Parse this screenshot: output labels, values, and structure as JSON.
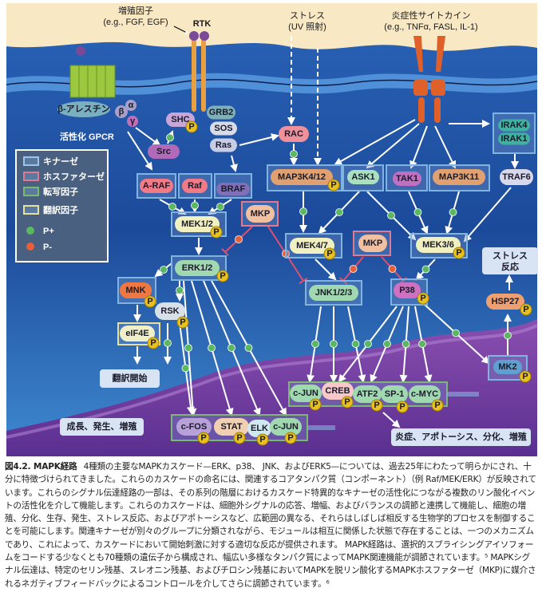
{
  "labels": {
    "growth_factor": "増殖因子",
    "growth_factor_eg": "(e.g., FGF, EGF)",
    "rtk": "RTK",
    "stress": "ストレス",
    "stress_uv": "(UV 照射)",
    "cytokine": "炎症性サイトカイン",
    "cytokine_eg": "(e.g., TNFα, FASL, IL-1)",
    "beta_arrestin": "β-アレスチン",
    "alpha": "α",
    "beta": "β",
    "gamma": "γ",
    "gpcr": "活性化 GPCR",
    "p": "P"
  },
  "legend": {
    "kinase": "キナーゼ",
    "phosphatase": "ホスファターゼ",
    "transcription_factor": "転写因子",
    "translation_factor": "翻訳因子",
    "p_plus": "P+",
    "p_minus": "P-"
  },
  "nodes": {
    "shc": "SHC",
    "grb2": "GRB2",
    "sos": "SOS",
    "ras": "Ras",
    "src": "Src",
    "araf": "A-RAF",
    "raf": "Raf",
    "braf": "BRAF",
    "rac": "RAC",
    "map3k4": "MAP3K4/12",
    "ask1": "ASK1",
    "tak1": "TAK1",
    "map3k11": "MAP3K11",
    "irak4": "IRAK4",
    "irak1": "IRAK1",
    "traf6": "TRAF6",
    "mkp1": "MKP",
    "mkp2": "MKP",
    "mek12": "MEK1/2",
    "erk12": "ERK1/2",
    "mek47": "MEK4/7",
    "mek36": "MEK3/6",
    "jnk": "JNK1/2/3",
    "p38": "P38",
    "mnk": "MNK",
    "rsk": "RSK",
    "eif4e": "eIF4E",
    "hsp27": "HSP27",
    "mk2": "MK2",
    "cjun1": "c-JUN",
    "creb": "CREB",
    "atf2": "ATF2",
    "sp1": "SP-1",
    "cmyc": "c-MYC",
    "cfos": "c-FOS",
    "stat": "STAT",
    "elk": "ELK",
    "cjun2": "c-JUN"
  },
  "outcomes": {
    "translation": "翻訳開始",
    "stress_response_1": "ストレス",
    "stress_response_2": "反応",
    "growth": "成長、発生、増殖",
    "inflammation": "炎症、アポトーシス、分化、増殖"
  },
  "caption": {
    "title": "図4.2. MAPK経路",
    "body": "4種類の主要なMAPKカスケード—ERK、p38、 JNK、およびERK5—については、過去25年にわたって明らかにされ、十分に特徴づけられてきました。これらのカスケードの命名には、関連するコアタンパク質（コンポーネント）（例 Raf/MEK/ERK）が反映されています。これらのシグナル伝達経路の一部は、その系列の階層におけるカスケード特異的なキナーゼの活性化につながる複数のリン酸化イベントの活性化を介して機能します。これらのカスケードは、細胞外シグナルの応答、増幅、およびバランスの調節と連携して機能し、細胞の増殖、分化、生存、発生、ストレス反応、およびアポトーシスなど、広範囲の異なる、それらはしばしば相反する生物学的プロセスを制御することを可能にします。関連キナーゼが別々のグループに分類されながら、モジュールは相互に関係した状態で存在することは、一つのメカニズムであり、これによって、カスケードにおいて開始刺激に対する適切な反応が提供されます。 MAPK経路は、選択的スプライシングアイソフォームをコードする少なくとも70種類の遺伝子から構成され、幅広い多様なタンパク質によってMAPK関連機能が調節されています。⁵ MAPKシグナル伝達は、特定のセリン残基、スレオニン残基、およびチロシン残基においてMAPKを脱リン酸化するMAPKホスファターゼ（MKP)に媒介されるネガティブフィードバックによるコントロールを介してさらに調節されています。⁶"
  },
  "colors": {
    "kinase_box": "#7fb4e0",
    "phosphatase_box": "#e07a90",
    "tf_box": "#7cb870",
    "translation_box": "#e8e0a0",
    "p_plus": "#5cb860",
    "p_minus": "#e8603a",
    "p_badge": "#e8c020"
  }
}
